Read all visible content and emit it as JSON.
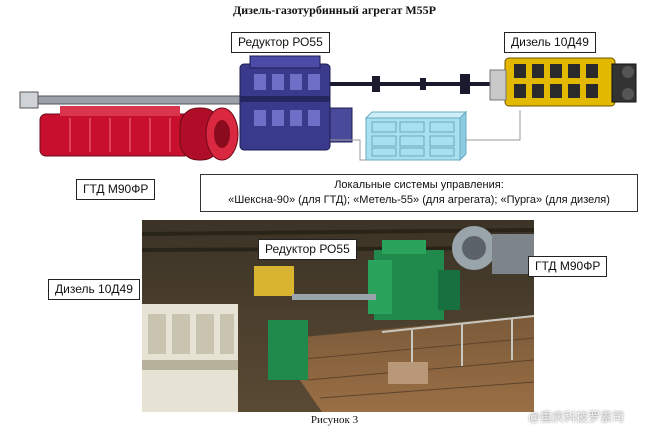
{
  "title": "Дизель-газотурбинный агрегат М55Р",
  "labels": {
    "gearbox_top": "Редуктор РО55",
    "diesel_top": "Дизель 10Д49",
    "gtd_top": "ГТД М90ФР",
    "gearbox_photo": "Редуктор РО55",
    "diesel_photo": "Дизель 10Д49",
    "gtd_photo": "ГТД М90ФР"
  },
  "controls": {
    "line1": "Локальные системы управления:",
    "line2": "«Шексна-90» (для ГТД); «Метель-55» (для агрегата); «Пурга» (для дизеля)"
  },
  "caption": "Рисунок 3",
  "watermark": "@重庆科技罗素司",
  "colors": {
    "turbine": "#c8102e",
    "gearbox": "#3a3a8c",
    "diesel": "#e3b800",
    "control_cabinet": "#a8e0f0",
    "machinery_green": "#1f8a4c"
  }
}
